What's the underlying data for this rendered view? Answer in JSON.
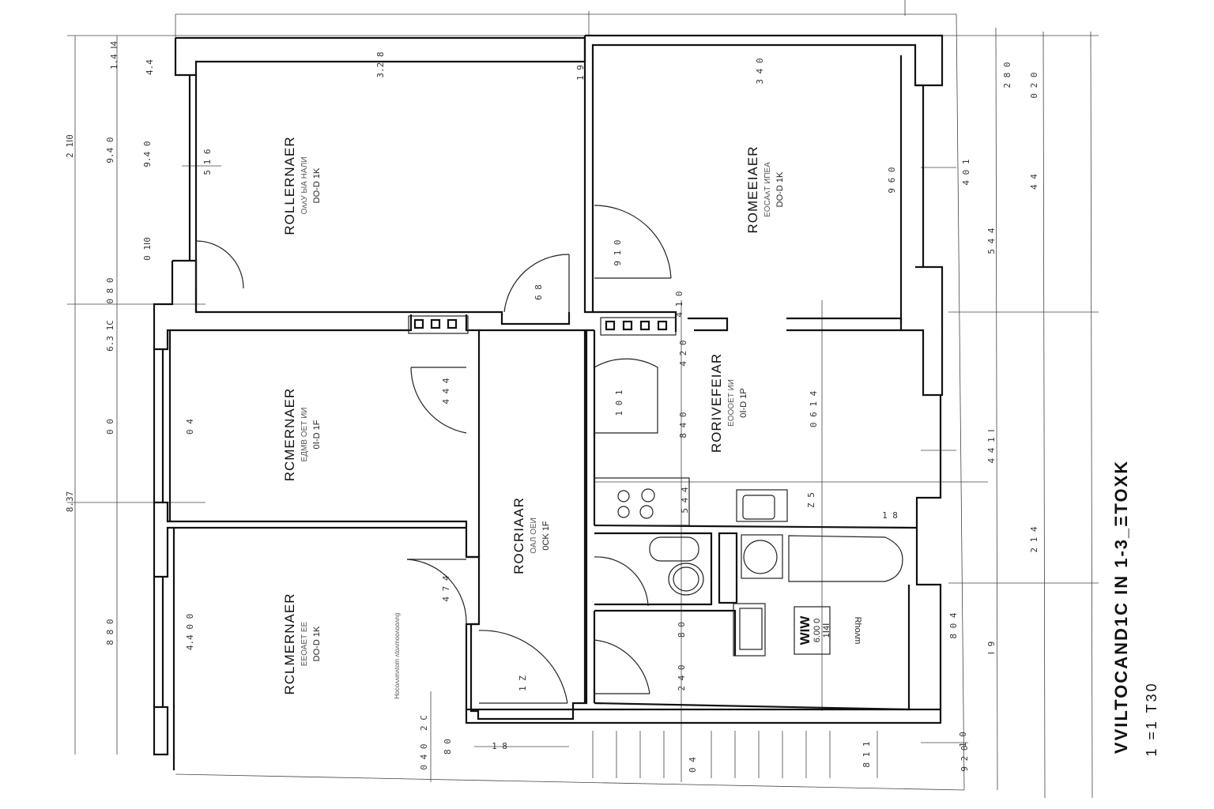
{
  "title": "VVILTOCAND1C IN 1-3_ΞTOXK",
  "scale": "1 =1  T30",
  "rooms": [
    {
      "name": "ROLLERNAER",
      "sub": "ОᴧᴧУ ЫА НАЛИ",
      "code": "DO-D 1K"
    },
    {
      "name": "ROMEEIAER",
      "sub": "ЕОСАᴧТ ИПЕА",
      "code": "DO-D 1K"
    },
    {
      "name": "RCMERNAER",
      "sub": "ЕДМВ ОЕТ ИИ",
      "code": "0Ⅰ-D 1F"
    },
    {
      "name": "RORIVEFEIAR",
      "sub": "ЕОООЕТ ИИ",
      "code": "0Ⅰ-D 1P"
    },
    {
      "name": "ROCRIAAR",
      "sub": "ОАЛ ОЕИ",
      "code": "0CK 1F"
    },
    {
      "name": "RCLMERNAER",
      "sub": "ЕЕОАЕТ ЕЕ",
      "code": "DO-D 1K"
    },
    {
      "name": "WIW",
      "sub": "6.00 0",
      "code": "1Ⅰ4Ⅰ"
    }
  ],
  "wc_note": "Rhoᴧm",
  "side_note": "Hocoᴧᴧmᴧtom ᴧtoᴧmooᴧooᴧng",
  "dimensions": [
    "1.4 Ⅰ4",
    "4.4",
    "2 1Ⅰ0",
    "9.4 0",
    "9.4 0",
    "5 1 6",
    "0 1Ⅰ0",
    "0 8 0",
    "6.3 1C",
    "0 0",
    "8.37",
    "8 8 0",
    "0 4",
    "4.4 0 0",
    "3.2 8",
    "1 9",
    "3 4 0",
    "2 8 0",
    "9 6 0",
    "4 0 1",
    "0 2 0",
    "4 4",
    "5 4 4",
    "9 1 0",
    "4 1 0",
    "6 8",
    "4 2 0",
    "4 4 4",
    "1 0 1",
    "8 4 0",
    "0 6 1 4",
    "4 4 1 Ⅰ",
    "5 4 4",
    "Z 5",
    "1 8",
    "4 7 4",
    "2 1 4",
    "8 0",
    "2 4 0",
    "1 Z",
    "Ⅰ 9",
    "8 0 4",
    "2 C",
    "0 4 0",
    "8 0",
    "1 8",
    "0 4",
    "8 1 1",
    "1 0",
    "9 2 0"
  ]
}
